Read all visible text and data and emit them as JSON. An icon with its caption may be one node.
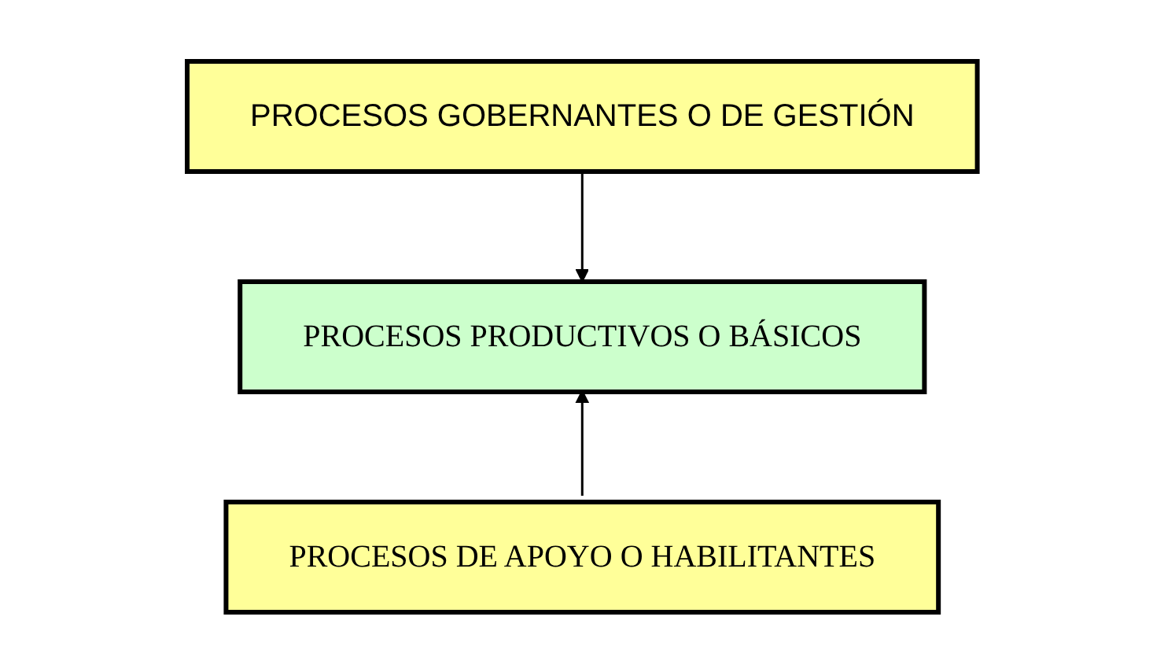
{
  "diagram": {
    "nodes": [
      {
        "text": [
          "PROCESOS GOBERNANTES O DE GESTIÓN"
        ]
      },
      {
        "text": [
          "PROCESOS PRODUCTIVOS O BÁSICOS"
        ]
      },
      {
        "text": [
          "PROCESOS DE APOYO O HABILITANTES"
        ]
      }
    ],
    "edges": [
      {
        "from": 0,
        "to": 1,
        "arrow": "to"
      },
      {
        "from": 2,
        "to": 1,
        "arrow": "to"
      }
    ]
  }
}
